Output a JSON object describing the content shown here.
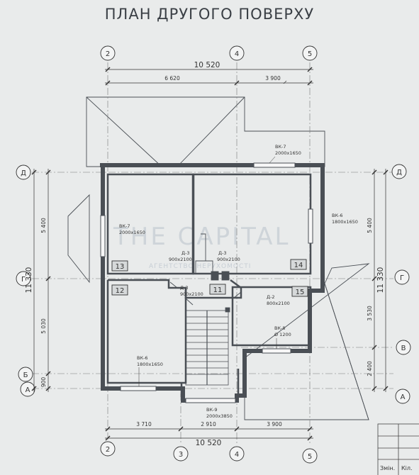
{
  "title": "ПЛАН ДРУГОГО ПОВЕРХУ",
  "axes": {
    "v": [
      "2",
      "3",
      "4",
      "5"
    ],
    "h": [
      "А",
      "Б",
      "В",
      "Г",
      "Д"
    ]
  },
  "dims": {
    "top_total": "10 520",
    "top_a": "6 620",
    "top_b": "3 900",
    "bottom_total": "10 520",
    "bottom_a": "3 710",
    "bottom_b": "2 910",
    "bottom_c": "3 900",
    "left_total": "11 330",
    "left_a": "5 400",
    "left_b": "5 030",
    "left_c": "900",
    "right_total": "11 330",
    "right_a": "5 400",
    "right_b": "3 530",
    "right_c": "2 400"
  },
  "rooms": [
    "13",
    "12",
    "11",
    "14",
    "15"
  ],
  "openings": [
    {
      "name": "ВК-7",
      "size": "2000x1650"
    },
    {
      "name": "ВК-7",
      "size": "2000x1650"
    },
    {
      "name": "ВК-6",
      "size": "1800x1650"
    },
    {
      "name": "ВК-6",
      "size": "1800x1650"
    },
    {
      "name": "Д-3",
      "size": "900x2100"
    },
    {
      "name": "Д-3",
      "size": "900x2100"
    },
    {
      "name": "Д-3",
      "size": "900x2100"
    },
    {
      "name": "Д-2",
      "size": "800x2100"
    },
    {
      "name": "ВК-8",
      "size": "Ø 1200"
    },
    {
      "name": "ВК-9",
      "size": "2000x3850"
    }
  ],
  "watermark": {
    "main": "THE CAPITAL",
    "sub": "АГЕНТСТВО НЕРУХОМОСТІ"
  },
  "stamp": {
    "col1": "Змін.",
    "col2": "Кіл."
  },
  "colors": {
    "paper": "#e9ebeb",
    "line": "#3a3f45",
    "wall": "#4a4f55"
  }
}
